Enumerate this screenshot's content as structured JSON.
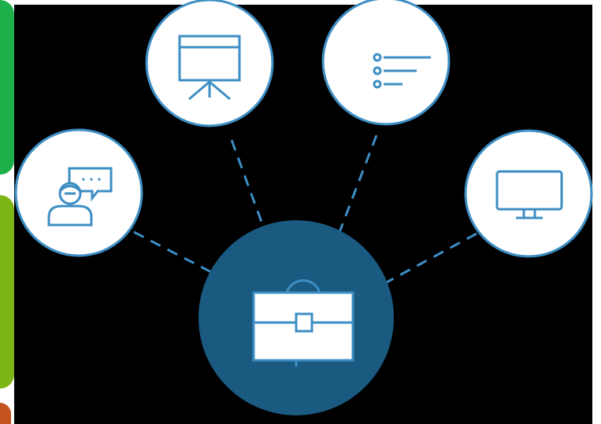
{
  "colors": {
    "background": "#000000",
    "hub_fill": "#1a5a80",
    "node_fill": "#ffffff",
    "node_stroke": "#3d8ec4",
    "connector": "#3d8ec4",
    "icon_stroke": "#3d8ec4",
    "side_tab_green": "#1db04a",
    "side_tab_olive": "#7db516",
    "side_tab_orange": "#c4531f"
  },
  "diagram": {
    "hub": {
      "icon": "briefcase-icon"
    },
    "nodes": [
      {
        "id": "presentation",
        "icon": "presentation-board-icon"
      },
      {
        "id": "checklist",
        "icon": "checklist-icon"
      },
      {
        "id": "consultation",
        "icon": "person-speech-bubble-icon"
      },
      {
        "id": "monitor",
        "icon": "monitor-icon"
      }
    ]
  }
}
